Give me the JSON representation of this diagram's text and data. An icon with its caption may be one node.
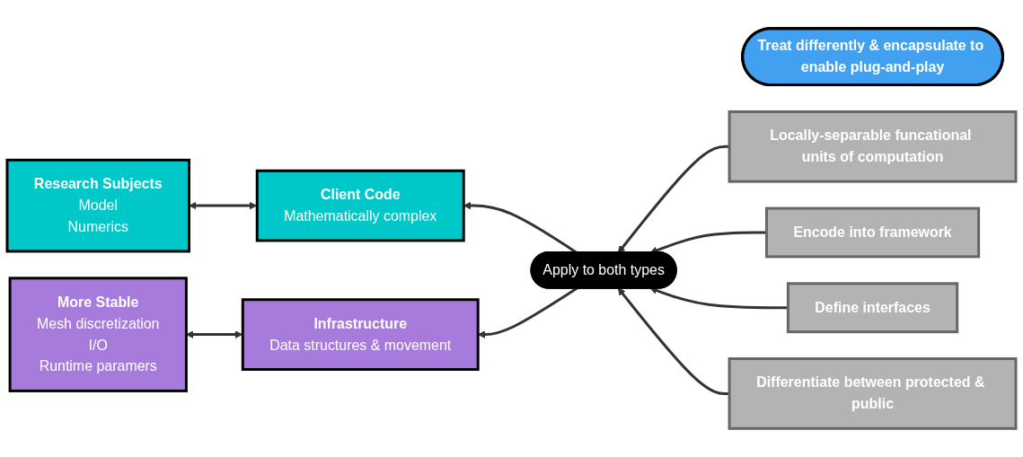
{
  "diagram": {
    "nodes": [
      {
        "text": [
          "Research Subjects",
          "Model",
          "Numerics"
        ]
      },
      {
        "text": [
          "Client Code",
          "Mathematically complex"
        ]
      },
      {
        "text": [
          "Treat differently & encapsulate to enable plug-and-play"
        ]
      },
      {
        "text": [
          "More Stable",
          "Mesh discretization",
          "I/O",
          "Runtime paramers"
        ]
      },
      {
        "text": [
          "Infrastructure",
          "Data structures & movement"
        ]
      },
      {
        "text": [
          "Apply to both types"
        ]
      },
      {
        "text": [
          "Locally-separable funcational units of computation"
        ]
      },
      {
        "text": [
          "Encode into framework"
        ]
      },
      {
        "text": [
          "Define interfaces"
        ]
      },
      {
        "text": [
          "Differentiate between protected & public"
        ]
      }
    ],
    "edges": [
      {
        "from": 0,
        "to": 1,
        "arrow": "both"
      },
      {
        "from": 3,
        "to": 4,
        "arrow": "both"
      },
      {
        "from": 5,
        "to": 1,
        "arrow": "to"
      },
      {
        "from": 5,
        "to": 4,
        "arrow": "to"
      },
      {
        "from": 6,
        "to": 5,
        "arrow": "to"
      },
      {
        "from": 7,
        "to": 5,
        "arrow": "to"
      },
      {
        "from": 8,
        "to": 5,
        "arrow": "to"
      },
      {
        "from": 9,
        "to": 5,
        "arrow": "to"
      }
    ]
  }
}
